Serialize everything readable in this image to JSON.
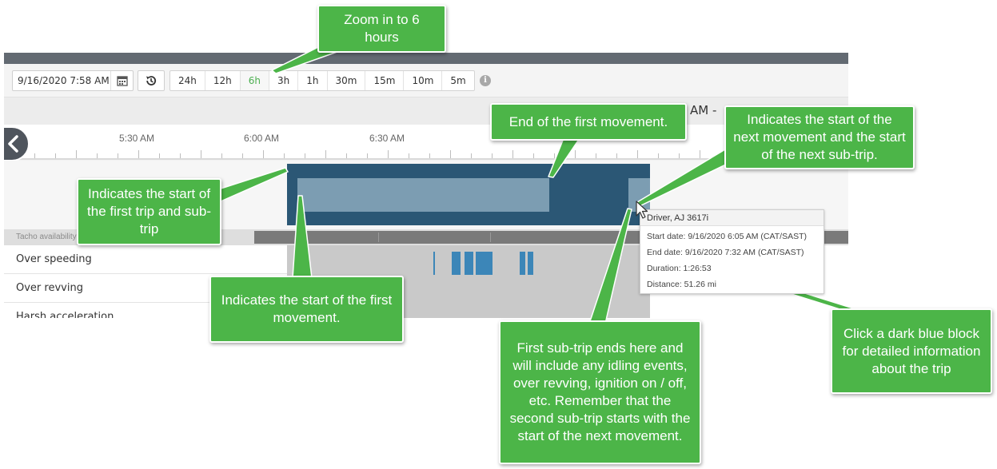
{
  "toolbar": {
    "date_value": "9/16/2020 7:58 AM",
    "zoom_options": [
      "24h",
      "12h",
      "6h",
      "3h",
      "1h",
      "30m",
      "15m",
      "10m",
      "5m"
    ],
    "active_zoom": "6h",
    "info_symbol": "i"
  },
  "datebar": {
    "label": "AM -"
  },
  "ruler": {
    "ticks": [
      "5:30 AM",
      "6:00 AM",
      "6:30 AM"
    ]
  },
  "rows": {
    "tacho_label": "Tacho availability",
    "over_speeding": "Over speeding",
    "over_revving": "Over revving",
    "harsh_partial": "Harsh acceleration"
  },
  "tooltip": {
    "driver": "Driver, AJ 3617i",
    "start_date": "Start date: 9/16/2020 6:05 AM (CAT/SAST)",
    "end_date": "End date: 9/16/2020 7:32 AM (CAT/SAST)",
    "duration": "Duration: 1:26:53",
    "distance": "Distance: 51.26 mi"
  },
  "callouts": {
    "zoom": "Zoom in to 6 hours",
    "end_first_movement": "End of the first movement.",
    "start_next_movement": "Indicates the start of the next movement and the start of the next sub-trip.",
    "start_first_trip": "Indicates the start of the first trip and sub-trip",
    "start_first_movement": "Indicates the start of  the first movement.",
    "first_subtrip_ends": "First sub-trip ends here and will include any idling events, over revving, ignition on / off, etc. Remember that the second sub-trip starts with the start of the next movement.",
    "click_block": "Click a dark blue block for detailed information about the trip"
  },
  "colors": {
    "callout_green": "#4cb548",
    "trip_block": "#2b5775",
    "movement": "#7c9db2",
    "event_bar": "#3c86b8",
    "active_zoom": "#4caf50"
  }
}
